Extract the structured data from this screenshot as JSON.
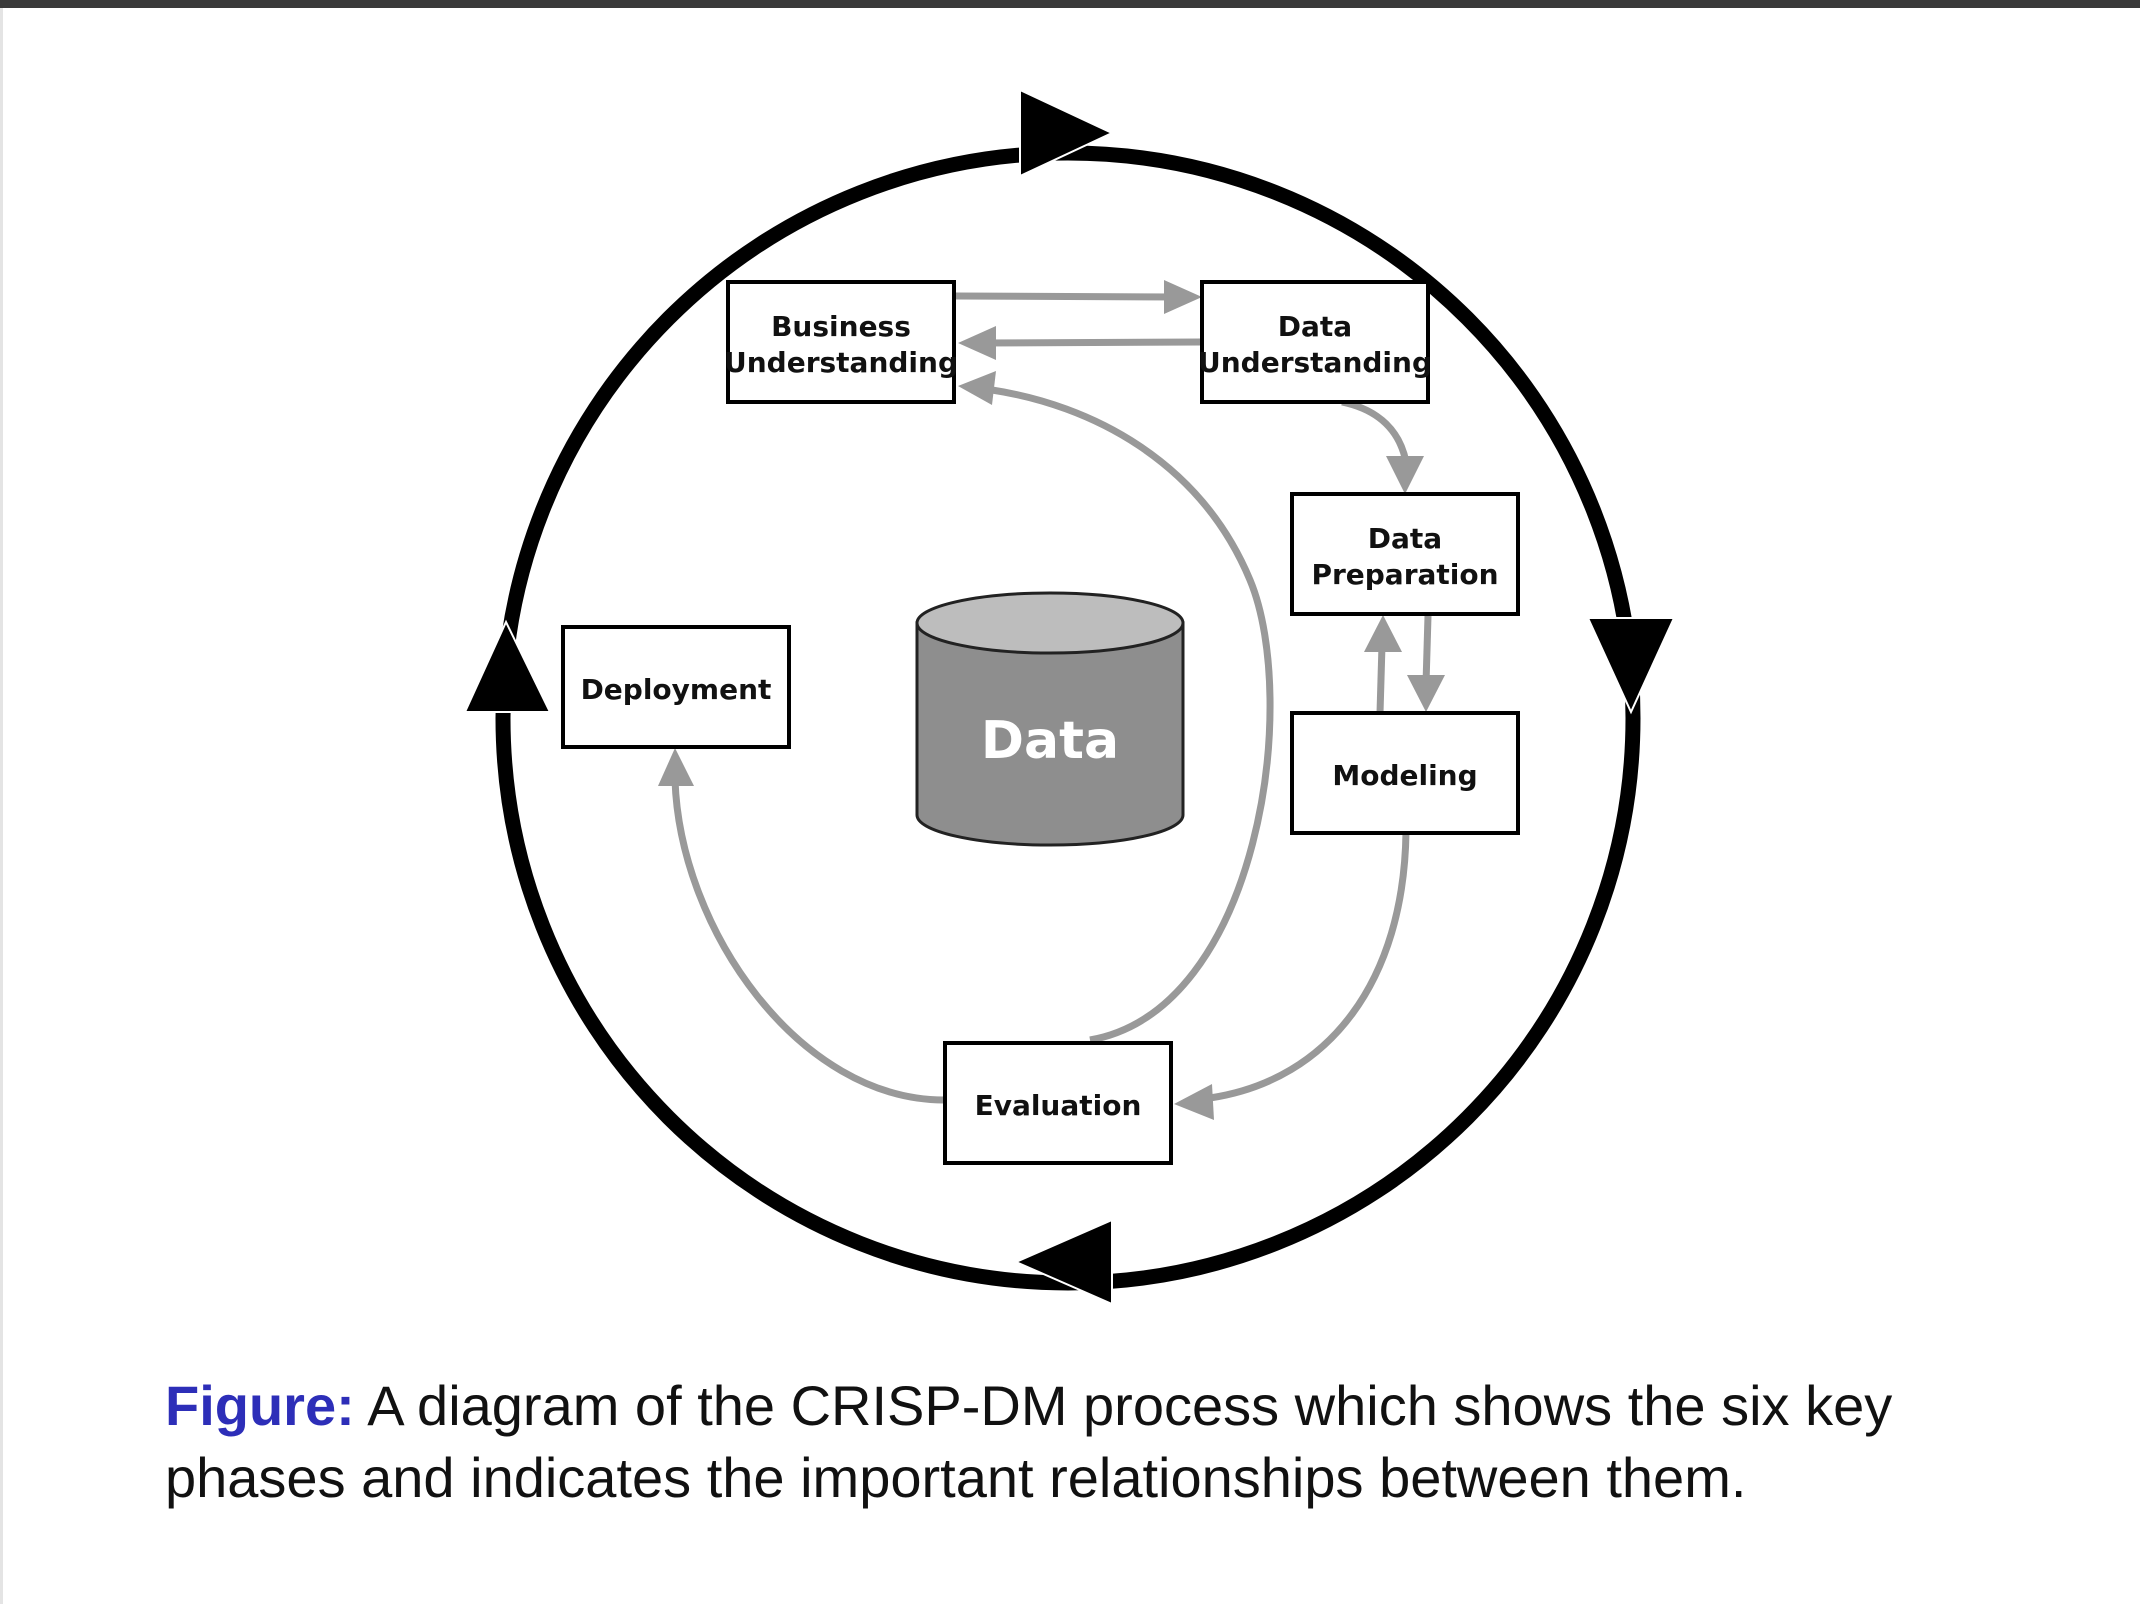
{
  "diagram": {
    "phases": {
      "business_understanding": [
        "Business",
        "Understanding"
      ],
      "data_understanding": [
        "Data",
        "Understanding"
      ],
      "data_preparation": [
        "Data",
        "Preparation"
      ],
      "modeling": [
        "Modeling"
      ],
      "evaluation": [
        "Evaluation"
      ],
      "deployment": [
        "Deployment"
      ]
    },
    "center": {
      "label": "Data"
    },
    "colors": {
      "outer_cycle": "#000000",
      "inner_arrows": "#999999",
      "cylinder_body": "#8e8e8e",
      "cylinder_top": "#bdbdbd",
      "box_border": "#000000"
    },
    "icons": {
      "center": "database-cylinder-icon",
      "cycle_arrows": "triangle-arrowhead-icon"
    }
  },
  "caption": {
    "prefix": "Figure:",
    "text": " A diagram of the CRISP-DM process which shows the six key phases and indicates the important relationships between them.",
    "prefix_color": "#2d2eb8"
  }
}
